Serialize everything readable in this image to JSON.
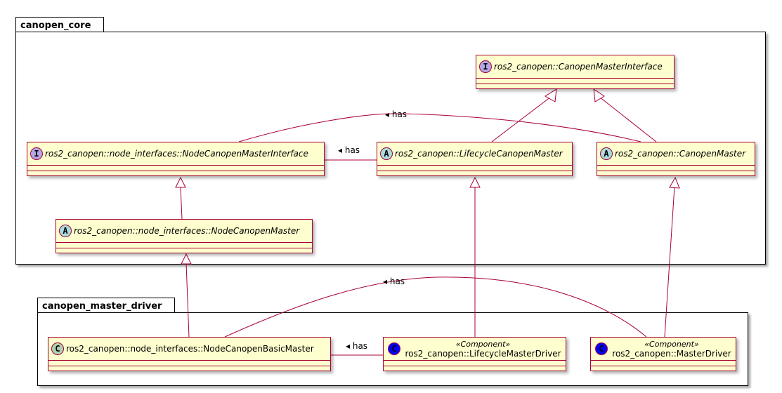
{
  "packages": {
    "core": {
      "label": "canopen_core"
    },
    "driver": {
      "label": "canopen_master_driver"
    }
  },
  "classes": {
    "canopen_master_interface": {
      "kind": "I",
      "name": "ros2_canopen::CanopenMasterInterface"
    },
    "node_canopen_master_interface": {
      "kind": "I",
      "name": "ros2_canopen::node_interfaces::NodeCanopenMasterInterface"
    },
    "lifecycle_canopen_master": {
      "kind": "A",
      "name": "ros2_canopen::LifecycleCanopenMaster"
    },
    "canopen_master": {
      "kind": "A",
      "name": "ros2_canopen::CanopenMaster"
    },
    "node_canopen_master": {
      "kind": "A",
      "name": "ros2_canopen::node_interfaces::NodeCanopenMaster"
    },
    "node_canopen_basic_master": {
      "kind": "C",
      "name": "ros2_canopen::node_interfaces::NodeCanopenBasicMaster"
    },
    "lifecycle_master_driver": {
      "kind": "C",
      "stereotype": "«Component»",
      "name": "ros2_canopen::LifecycleMasterDriver"
    },
    "master_driver": {
      "kind": "C",
      "stereotype": "«Component»",
      "name": "ros2_canopen::MasterDriver"
    }
  },
  "relation_labels": {
    "has_top": "◂ has",
    "has_mid": "◂  has",
    "has_driver_top": "◂ has",
    "has_driver_mid": "◂  has"
  },
  "colors": {
    "class_fill": "#fefece",
    "class_border": "#a80036",
    "line": "#a80036",
    "interface_badge": "#b4a7e5",
    "abstract_badge": "#a9dcdf",
    "class_badge": "#add1b2",
    "component_badge": "#0000ff"
  }
}
